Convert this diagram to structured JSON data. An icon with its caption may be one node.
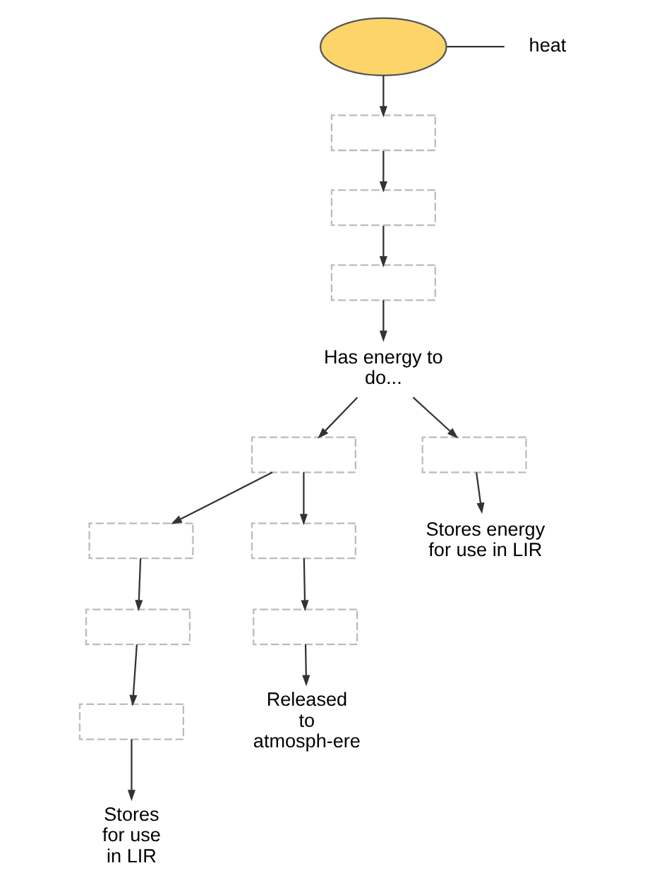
{
  "diagram": {
    "nodes": [
      {
        "text": [],
        "shape": "ellipse"
      },
      {
        "text": [
          "heat"
        ]
      },
      {
        "text": [],
        "shape": "box"
      },
      {
        "text": [],
        "shape": "box"
      },
      {
        "text": [],
        "shape": "box"
      },
      {
        "text": [
          "Has energy to do..."
        ]
      },
      {
        "text": [],
        "shape": "box"
      },
      {
        "text": [],
        "shape": "box"
      },
      {
        "text": [],
        "shape": "box"
      },
      {
        "text": [],
        "shape": "box"
      },
      {
        "text": [],
        "shape": "box"
      },
      {
        "text": [],
        "shape": "box"
      },
      {
        "text": [],
        "shape": "box"
      },
      {
        "text": [
          "Released to atmosph-ere"
        ]
      },
      {
        "text": [
          "Stores energy for use in LIR"
        ]
      },
      {
        "text": [
          "Stores for use in LIR"
        ]
      }
    ],
    "edges": [
      {
        "from": 0,
        "to": 1,
        "arrow": "none"
      },
      {
        "from": 0,
        "to": 2,
        "arrow": "to"
      },
      {
        "from": 2,
        "to": 3,
        "arrow": "to"
      },
      {
        "from": 3,
        "to": 4,
        "arrow": "to"
      },
      {
        "from": 4,
        "to": 5,
        "arrow": "to"
      },
      {
        "from": 5,
        "to": 6,
        "arrow": "to"
      },
      {
        "from": 5,
        "to": 7,
        "arrow": "to"
      },
      {
        "from": 6,
        "to": 8,
        "arrow": "to"
      },
      {
        "from": 6,
        "to": 9,
        "arrow": "to"
      },
      {
        "from": 8,
        "to": 10,
        "arrow": "to"
      },
      {
        "from": 9,
        "to": 11,
        "arrow": "to"
      },
      {
        "from": 10,
        "to": 12,
        "arrow": "to"
      },
      {
        "from": 11,
        "to": 13,
        "arrow": "to"
      },
      {
        "from": 7,
        "to": 14,
        "arrow": "to"
      },
      {
        "from": 12,
        "to": 15,
        "arrow": "to"
      }
    ]
  }
}
